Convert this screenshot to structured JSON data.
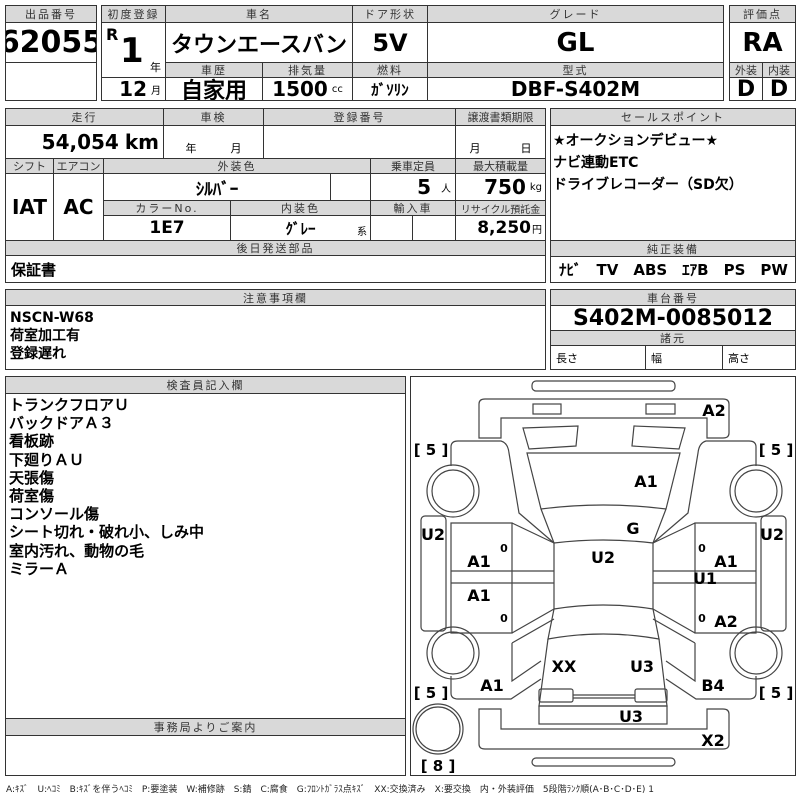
{
  "lot": {
    "label": "出品番号",
    "value": "62055"
  },
  "first_reg": {
    "label": "初度登録",
    "era": "R",
    "year": "1",
    "year_unit": "年",
    "month": "12",
    "month_unit": "月"
  },
  "car_name": {
    "label": "車名",
    "value": "タウンエースバン"
  },
  "door": {
    "label": "ドア形状",
    "value": "5V"
  },
  "grade": {
    "label": "グレード",
    "value": "GL"
  },
  "history": {
    "label": "車歴",
    "value": "自家用"
  },
  "displacement": {
    "label": "排気量",
    "value": "1500",
    "unit": "cc"
  },
  "fuel": {
    "label": "燃料",
    "value": "ｶﾞｿﾘﾝ"
  },
  "model": {
    "label": "型式",
    "value": "DBF-S402M"
  },
  "score": {
    "label": "評価点",
    "value": "RA",
    "ext_label": "外装",
    "int_label": "内装",
    "ext": "D",
    "int": "D"
  },
  "mileage": {
    "label": "走行",
    "value": "54,054",
    "unit": "km"
  },
  "inspection": {
    "label": "車検",
    "year_unit": "年",
    "month_unit": "月"
  },
  "reg_no": {
    "label": "登録番号"
  },
  "doc_deadline": {
    "label": "譲渡書類期限",
    "month_unit": "月",
    "day_unit": "日"
  },
  "shift": {
    "label": "シフト",
    "value": "IAT"
  },
  "ac": {
    "label": "エアコン",
    "value": "AC"
  },
  "ext_color": {
    "label": "外装色",
    "value": "ｼﾙﾊﾞｰ"
  },
  "capacity": {
    "label": "乗車定員",
    "value": "5",
    "unit": "人"
  },
  "max_load": {
    "label": "最大積載量",
    "value": "750",
    "unit": "kg"
  },
  "color_no": {
    "label": "カラーNo.",
    "value": "1E7"
  },
  "int_color": {
    "label": "内装色",
    "value": "ｸﾞﾚｰ",
    "suffix": "系"
  },
  "import": {
    "label": "輸入車"
  },
  "recycle": {
    "label": "リサイクル預託金",
    "value": "8,250",
    "unit": "円"
  },
  "later_parts": {
    "label": "後日発送部品",
    "value": "保証書"
  },
  "sales_point": {
    "label": "セールスポイント",
    "lines": [
      "★オークションデビュー★",
      "ナビ連動ETC",
      "ドライブレコーダー（SD欠）"
    ]
  },
  "equipment": {
    "label": "純正装備",
    "value": "ﾅﾋﾞ　TV　ABS　ｴｱB　PS　PW"
  },
  "notes": {
    "label": "注意事項欄",
    "lines": [
      "NSCN-W68",
      "荷室加工有",
      "登録遅れ"
    ]
  },
  "chassis": {
    "label": "車台番号",
    "value": "S402M-0085012"
  },
  "specs": {
    "label": "諸元",
    "length": "長さ",
    "width": "幅",
    "height": "高さ"
  },
  "inspector": {
    "label": "検査員記入欄",
    "lines": [
      "トランクフロアＵ",
      "バックドアＡ３",
      "看板跡",
      "下廻りＡＵ",
      "天張傷",
      "荷室傷",
      "コンソール傷",
      "シート切れ・破れ小、しみ中",
      "室内汚れ、動物の毛",
      "ミラーＡ"
    ]
  },
  "office": {
    "label": "事務局よりご案内"
  },
  "diagram": {
    "marks": [
      "A2",
      "A1",
      "G",
      "U2",
      "U2",
      "U2",
      "A1",
      "A1",
      "U1",
      "A1",
      "A2",
      "XX",
      "U3",
      "A1",
      "B4",
      "U3",
      "X2"
    ],
    "tires": [
      "[ 5 ]",
      "[ 5 ]",
      "[ 5 ]",
      "[ 5 ]",
      "[ 8 ]"
    ],
    "zero": "0"
  },
  "legend": "A:ｷｽﾞ　U:ﾍｺﾐ　B:ｷｽﾞを伴うﾍｺﾐ　P:要塗装　W:補修跡　S:錆　C:腐食　G:ﾌﾛﾝﾄｶﾞﾗｽ点ｷｽﾞ　XX:交換済み　X:要交換　内・外装評価　5段階ﾗﾝｸ順(A･B･C･D･E) 1"
}
